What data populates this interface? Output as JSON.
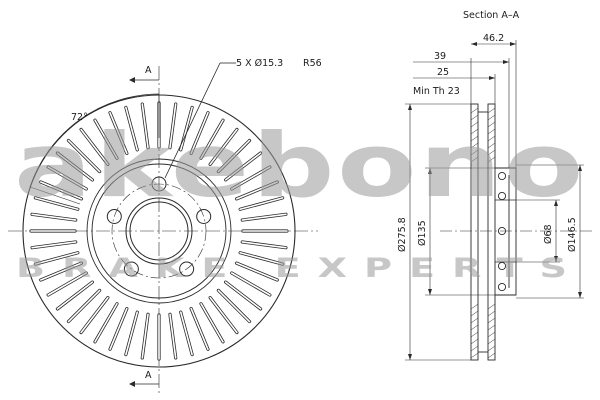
{
  "watermark": {
    "logo": "akebono",
    "tagline": "BRAKE EXPERTS"
  },
  "front_view": {
    "section_marker": "A",
    "bolt_callout": "5 X Ø15.3",
    "radius_label": "R56",
    "angle_label": "72°"
  },
  "section_view": {
    "title": "Section A–A",
    "dim_total_width": "46.2",
    "dim_width_39": "39",
    "dim_width_25": "25",
    "min_thickness": "Min Th 23",
    "dim_outer_diameter": "Ø275.8",
    "dim_135": "Ø135",
    "dim_68": "Ø68",
    "dim_146": "Ø146.5"
  },
  "colors": {
    "line": "#2a2a2a",
    "watermark": "#9a9a9a"
  }
}
